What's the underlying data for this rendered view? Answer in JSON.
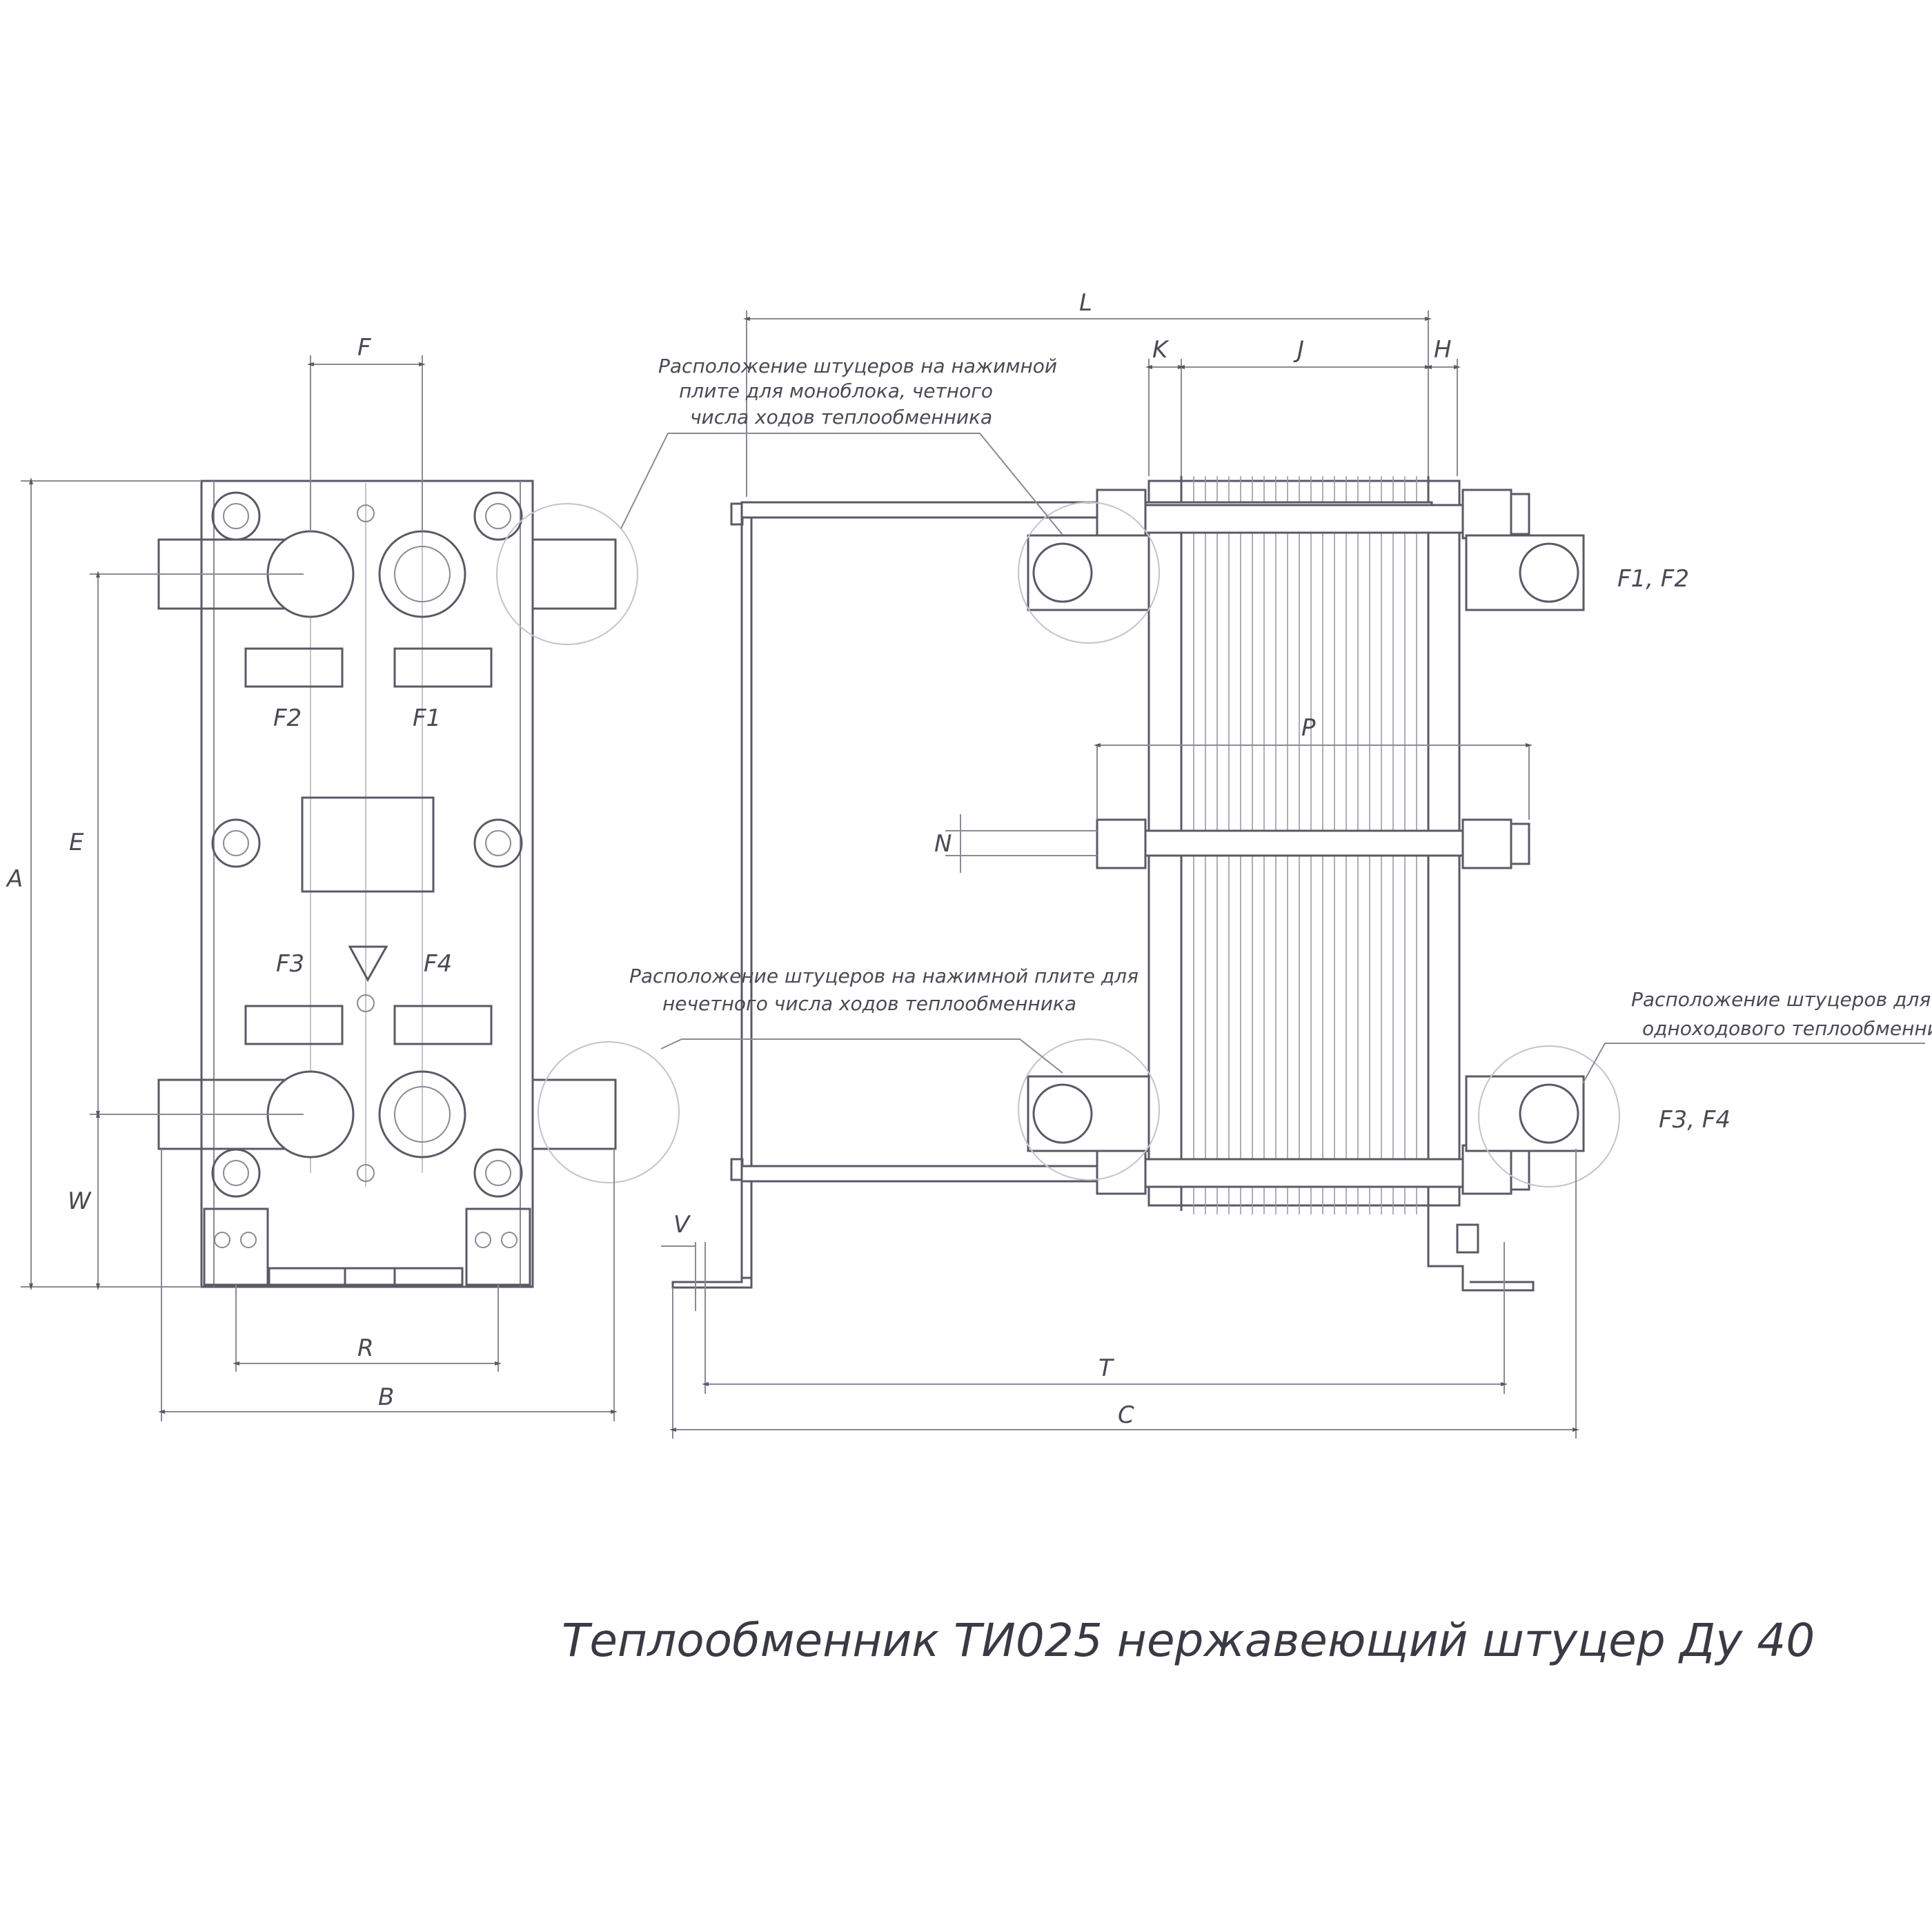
{
  "title": "Теплообменник ТИ025 нержавеющий штуцер Ду 40",
  "dimensions": {
    "F": "F",
    "A": "A",
    "E": "E",
    "W": "W",
    "R": "R",
    "B": "B",
    "L": "L",
    "K": "K",
    "J": "J",
    "H": "H",
    "P": "P",
    "N": "N",
    "V": "V",
    "T": "T",
    "C": "C"
  },
  "ports": {
    "F1": "F1",
    "F2": "F2",
    "F3": "F3",
    "F4": "F4",
    "F1F2": "F1, F2",
    "F3F4": "F3, F4"
  },
  "notes": {
    "even_line1": "Расположение штуцеров на нажимной",
    "even_line2": "плите для моноблока, четного",
    "even_line3": "числа ходов теплообменника",
    "odd_line1": "Расположение штуцеров на нажимной плите для",
    "odd_line2": "нечетного числа ходов теплообменника",
    "single_line1": "Расположение штуцеров для",
    "single_line2": "одноходового теплообменника"
  }
}
